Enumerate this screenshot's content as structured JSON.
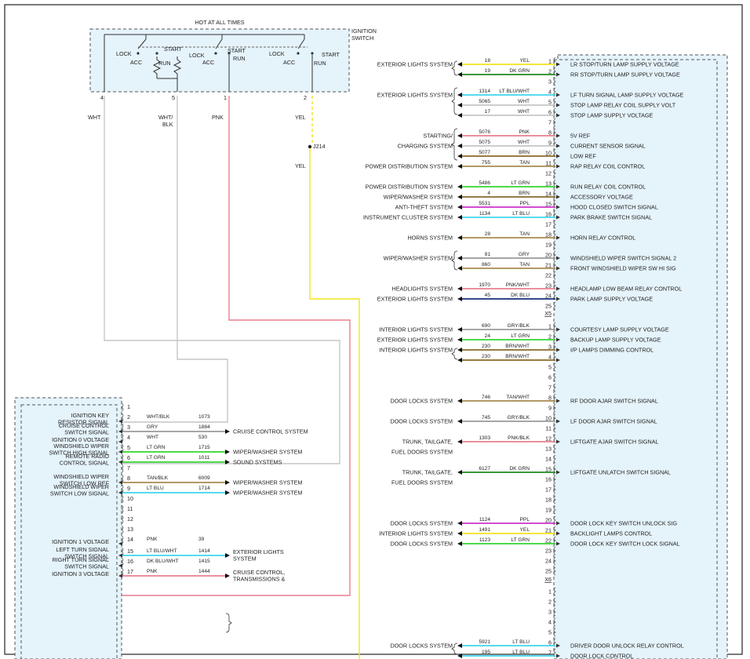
{
  "ignition_switch": {
    "title": "HOT AT ALL TIMES",
    "name_line1": "IGNITION",
    "name_line2": "SWITCH",
    "positions": {
      "lock": "LOCK",
      "acc": "ACC",
      "start": "START",
      "run": "RUN"
    },
    "pins": [
      "4",
      "5",
      "1",
      "2"
    ],
    "wire_colors": [
      "WHT",
      "WHT/",
      "BLK",
      "PNK",
      "YEL"
    ],
    "splice": "J214",
    "splice_color": "YEL"
  },
  "colors": {
    "YEL": "#f4e31c",
    "DKGRN": "#1f8a1f",
    "LTBLU": "#3fd4ee",
    "WHT": "#c6c6c6",
    "PNK": "#ea7f8f",
    "BRN": "#8a6a28",
    "TAN": "#a88a50",
    "LTGRN": "#33d633",
    "PPL": "#cc33cc",
    "DKBLU": "#1a2e7a",
    "GRY": "#9a9a9a"
  },
  "right_top": [
    {
      "pin": "1",
      "circuit": "18",
      "color": "YEL",
      "signal": "LR STOP/TURN LAMP SUPPLY VOLTAGE",
      "system": "EXTERIOR LIGHTS SYSTEM",
      "key": "YEL"
    },
    {
      "pin": "2",
      "circuit": "19",
      "color": "DK GRN",
      "signal": "RR STOP/TURN LAMP SUPPLY VOLTAGE",
      "system": "",
      "key": "DKGRN"
    },
    {
      "pin": "3",
      "circuit": "",
      "color": "",
      "signal": "",
      "system": ""
    },
    {
      "pin": "4",
      "circuit": "1314",
      "color": "LT BLU/WHT",
      "signal": "LF TURN SIGNAL LAMP SUPPLY VOLTAGE",
      "system": "EXTERIOR LIGHTS SYSTEM",
      "key": "LTBLU"
    },
    {
      "pin": "5",
      "circuit": "5065",
      "color": "WHT",
      "signal": "STOP LAMP RELAY COIL SUPPLY VOLT",
      "system": "",
      "key": "WHT"
    },
    {
      "pin": "6",
      "circuit": "17",
      "color": "WHT",
      "signal": "STOP LAMP SUPPLY VOLTAGE",
      "system": "",
      "key": "WHT"
    },
    {
      "pin": "7",
      "circuit": "",
      "color": "",
      "signal": "",
      "system": ""
    },
    {
      "pin": "8",
      "circuit": "5076",
      "color": "PNK",
      "signal": "5V REF",
      "system": "STARTING/",
      "key": "PNK"
    },
    {
      "pin": "9",
      "circuit": "5075",
      "color": "WHT",
      "signal": "CURRENT SENSOR SIGNAL",
      "system": "CHARGING SYSTEM",
      "key": "WHT"
    },
    {
      "pin": "10",
      "circuit": "5077",
      "color": "BRN",
      "signal": "LOW REF",
      "system": "",
      "key": "BRN"
    },
    {
      "pin": "11",
      "circuit": "755",
      "color": "TAN",
      "signal": "RAP RELAY COIL CONTROL",
      "system": "POWER DISTRIBUTION SYSTEM",
      "key": "TAN"
    },
    {
      "pin": "12",
      "circuit": "",
      "color": "",
      "signal": "",
      "system": ""
    },
    {
      "pin": "13",
      "circuit": "5486",
      "color": "LT GRN",
      "signal": "RUN RELAY COIL CONTROL",
      "system": "POWER DISTRIBUTION SYSTEM",
      "key": "LTGRN"
    },
    {
      "pin": "14",
      "circuit": "4",
      "color": "BRN",
      "signal": "ACCESSORY VOLTAGE",
      "system": "WIPER/WASHER SYSTEM",
      "key": "BRN"
    },
    {
      "pin": "15",
      "circuit": "5531",
      "color": "PPL",
      "signal": "HOOD CLOSED SWITCH SIGNAL",
      "system": "ANTI-THEFT SYSTEM",
      "key": "PPL"
    },
    {
      "pin": "16",
      "circuit": "1134",
      "color": "LT BLU",
      "signal": "PARK BRAKE SWITCH SIGNAL",
      "system": "INSTRUMENT CLUSTER SYSTEM",
      "key": "LTBLU"
    },
    {
      "pin": "17",
      "circuit": "",
      "color": "",
      "signal": "",
      "system": ""
    },
    {
      "pin": "18",
      "circuit": "28",
      "color": "TAN",
      "signal": "HORN RELAY CONTROL",
      "system": "HORNS SYSTEM",
      "key": "TAN"
    },
    {
      "pin": "19",
      "circuit": "",
      "color": "",
      "signal": "",
      "system": ""
    },
    {
      "pin": "20",
      "circuit": "91",
      "color": "GRY",
      "signal": "WINDSHIELD WIPER SWITCH SIGNAL 2",
      "system": "WIPER/WASHER SYSTEM",
      "key": "GRY"
    },
    {
      "pin": "21",
      "circuit": "860",
      "color": "TAN",
      "signal": "FRONT WINDSHIELD WIPER SW HI SIG",
      "system": "",
      "key": "TAN"
    },
    {
      "pin": "22",
      "circuit": "",
      "color": "",
      "signal": "",
      "system": ""
    },
    {
      "pin": "23",
      "circuit": "1970",
      "color": "PNK/WHT",
      "signal": "HEADLAMP LOW BEAM RELAY CONTROL",
      "system": "HEADLIGHTS SYSTEM",
      "key": "PNK"
    },
    {
      "pin": "24",
      "circuit": "45",
      "color": "DK BLU",
      "signal": "PARK LAMP SUPPLY VOLTAGE",
      "system": "EXTERIOR LIGHTS SYSTEM",
      "key": "DKBLU"
    },
    {
      "pin": "25",
      "circuit": "",
      "color": "",
      "signal": "",
      "system": ""
    }
  ],
  "x5_label": "X5",
  "x5": [
    {
      "pin": "1",
      "circuit": "690",
      "color": "GRY/BLK",
      "signal": "COURTESY LAMP SUPPLY VOLTAGE",
      "system": "INTERIOR LIGHTS SYSTEM",
      "key": "GRY"
    },
    {
      "pin": "2",
      "circuit": "24",
      "color": "LT GRN",
      "signal": "BACKUP LAMP SUPPLY VOLTAGE",
      "system": "EXTERIOR LIGHTS SYSTEM",
      "key": "LTGRN"
    },
    {
      "pin": "3",
      "circuit": "230",
      "color": "BRN/WHT",
      "signal": "I/P LAMPS DIMMING CONTROL",
      "system": "INTERIOR LIGHTS SYSTEM",
      "key": "BRN"
    },
    {
      "pin": "4",
      "circuit": "230",
      "color": "BRN/WHT",
      "signal": "",
      "system": "",
      "key": "BRN"
    },
    {
      "pin": "5",
      "circuit": "",
      "color": "",
      "signal": "",
      "system": ""
    },
    {
      "pin": "6",
      "circuit": "",
      "color": "",
      "signal": "",
      "system": ""
    },
    {
      "pin": "7",
      "circuit": "",
      "color": "",
      "signal": "",
      "system": ""
    },
    {
      "pin": "8",
      "circuit": "746",
      "color": "TAN/WHT",
      "signal": "RF DOOR AJAR SWITCH SIGNAL",
      "system": "DOOR LOCKS SYSTEM",
      "key": "TAN"
    },
    {
      "pin": "9",
      "circuit": "",
      "color": "",
      "signal": "",
      "system": ""
    },
    {
      "pin": "10",
      "circuit": "745",
      "color": "GRY/BLK",
      "signal": "LF DOOR AJAR SWITCH SIGNAL",
      "system": "DOOR LOCKS SYSTEM",
      "key": "GRY"
    },
    {
      "pin": "11",
      "circuit": "",
      "color": "",
      "signal": "",
      "system": ""
    },
    {
      "pin": "12",
      "circuit": "1303",
      "color": "PNK/BLK",
      "signal": "LIFTGATE AJAR SWITCH SIGNAL",
      "system": "TRUNK, TAILGATE,",
      "key": "PNK"
    },
    {
      "pin": "13",
      "circuit": "",
      "color": "",
      "signal": "",
      "system": "FUEL DOORS SYSTEM"
    },
    {
      "pin": "14",
      "circuit": "",
      "color": "",
      "signal": "",
      "system": ""
    },
    {
      "pin": "15",
      "circuit": "6127",
      "color": "DK GRN",
      "signal": "LIFTGATE UNLATCH SWITCH SIGNAL",
      "system": "TRUNK, TAILGATE,",
      "key": "DKGRN"
    },
    {
      "pin": "16",
      "circuit": "",
      "color": "",
      "signal": "",
      "system": "FUEL DOORS SYSTEM"
    },
    {
      "pin": "17",
      "circuit": "",
      "color": "",
      "signal": "",
      "system": ""
    },
    {
      "pin": "18",
      "circuit": "",
      "color": "",
      "signal": "",
      "system": ""
    },
    {
      "pin": "19",
      "circuit": "",
      "color": "",
      "signal": "",
      "system": ""
    },
    {
      "pin": "20",
      "circuit": "1124",
      "color": "PPL",
      "signal": "DOOR LOCK KEY SWITCH UNLOCK SIG",
      "system": "DOOR LOCKS SYSTEM",
      "key": "PPL"
    },
    {
      "pin": "21",
      "circuit": "1491",
      "color": "YEL",
      "signal": "BACKLIGHT LAMPS CONTROL",
      "system": "INTERIOR LIGHTS SYSTEM",
      "key": "YEL"
    },
    {
      "pin": "22",
      "circuit": "1123",
      "color": "LT GRN",
      "signal": "DOOR LOCK KEY SWITCH LOCK SIGNAL",
      "system": "DOOR LOCKS SYSTEM",
      "key": "LTGRN"
    },
    {
      "pin": "23",
      "circuit": "",
      "color": "",
      "signal": "",
      "system": ""
    },
    {
      "pin": "24",
      "circuit": "",
      "color": "",
      "signal": "",
      "system": ""
    },
    {
      "pin": "25",
      "circuit": "",
      "color": "",
      "signal": "",
      "system": ""
    }
  ],
  "x6_label": "X6",
  "x6": [
    {
      "pin": "1",
      "circuit": "",
      "color": "",
      "signal": "",
      "system": ""
    },
    {
      "pin": "2",
      "circuit": "",
      "color": "",
      "signal": "",
      "system": ""
    },
    {
      "pin": "3",
      "circuit": "",
      "color": "",
      "signal": "",
      "system": ""
    },
    {
      "pin": "4",
      "circuit": "",
      "color": "",
      "signal": "",
      "system": ""
    },
    {
      "pin": "5",
      "circuit": "",
      "color": "",
      "signal": "",
      "system": ""
    },
    {
      "pin": "6",
      "circuit": "5921",
      "color": "LT BLU",
      "signal": "DRIVER DOOR UNLOCK RELAY CONTROL",
      "system": "DOOR LOCKS SYSTEM",
      "key": "LTBLU"
    },
    {
      "pin": "7",
      "circuit": "195",
      "color": "LT BLU",
      "signal": "DOOR LOCK CONTROL",
      "system": "",
      "key": "LTBLU"
    }
  ],
  "left": [
    {
      "pin": "1",
      "circuit": "",
      "color": "",
      "signal": "",
      "dest": ""
    },
    {
      "pin": "2",
      "circuit": "1073",
      "color": "WHT/BLK",
      "signal": "IGNITION KEY|RESISTOR SIGNAL",
      "dest": "",
      "key": "WHT"
    },
    {
      "pin": "3",
      "circuit": "1884",
      "color": "GRY",
      "signal": "CRUISE CONTROL|SWITCH SIGNAL",
      "dest": "CRUISE CONTROL SYSTEM",
      "key": "GRY"
    },
    {
      "pin": "4",
      "circuit": "530",
      "color": "WHT",
      "signal": "IGNITION 0 VOLTAGE",
      "dest": "",
      "key": "WHT"
    },
    {
      "pin": "5",
      "circuit": "1715",
      "color": "LT GRN",
      "signal": "WINDSHIELD WIPER|SWITCH HIGH SIGNAL",
      "dest": "WIPER/WASHER SYSTEM",
      "key": "LTGRN"
    },
    {
      "pin": "6",
      "circuit": "1011",
      "color": "LT GRN",
      "signal": "REMOTE RADIO|CONTROL SIGNAL",
      "dest": "SOUND SYSTEMS",
      "key": "LTGRN"
    },
    {
      "pin": "7",
      "circuit": "",
      "color": "",
      "signal": "",
      "dest": ""
    },
    {
      "pin": "8",
      "circuit": "6009",
      "color": "TAN/BLK",
      "signal": "WINDSHIELD WIPER|SWITCH LOW REF",
      "dest": "WIPER/WASHER SYSTEM",
      "key": "TAN"
    },
    {
      "pin": "9",
      "circuit": "1714",
      "color": "LT BLU",
      "signal": "WINDSHIELD WIPER|SWITCH LOW SIGNAL",
      "dest": "WIPER/WASHER SYSTEM",
      "key": "LTBLU"
    },
    {
      "pin": "10",
      "circuit": "",
      "color": "",
      "signal": "",
      "dest": ""
    },
    {
      "pin": "11",
      "circuit": "",
      "color": "",
      "signal": "",
      "dest": ""
    },
    {
      "pin": "12",
      "circuit": "",
      "color": "",
      "signal": "",
      "dest": ""
    },
    {
      "pin": "13",
      "circuit": "",
      "color": "",
      "signal": "",
      "dest": ""
    },
    {
      "pin": "14",
      "circuit": "39",
      "color": "PNK",
      "signal": "IGNITION 1 VOLTAGE",
      "dest": "",
      "key": "PNK"
    },
    {
      "pin": "15",
      "circuit": "1414",
      "color": "LT BLU/WHT",
      "signal": "LEFT TURN SIGNAL|SWITCH SIGNAL",
      "dest": "EXTERIOR LIGHTS|SYSTEM",
      "key": "LTBLU"
    },
    {
      "pin": "16",
      "circuit": "1415",
      "color": "DK BLU/WHT",
      "signal": "RIGHT TURN SIGNAL|SWITCH SIGNAL",
      "dest": "",
      "key": "DKBLU"
    },
    {
      "pin": "17",
      "circuit": "1444",
      "color": "PNK",
      "signal": "IGNITION 3 VOLTAGE",
      "dest": "CRUISE CONTROL,|TRANSMISSIONS &",
      "key": "PNK"
    }
  ]
}
